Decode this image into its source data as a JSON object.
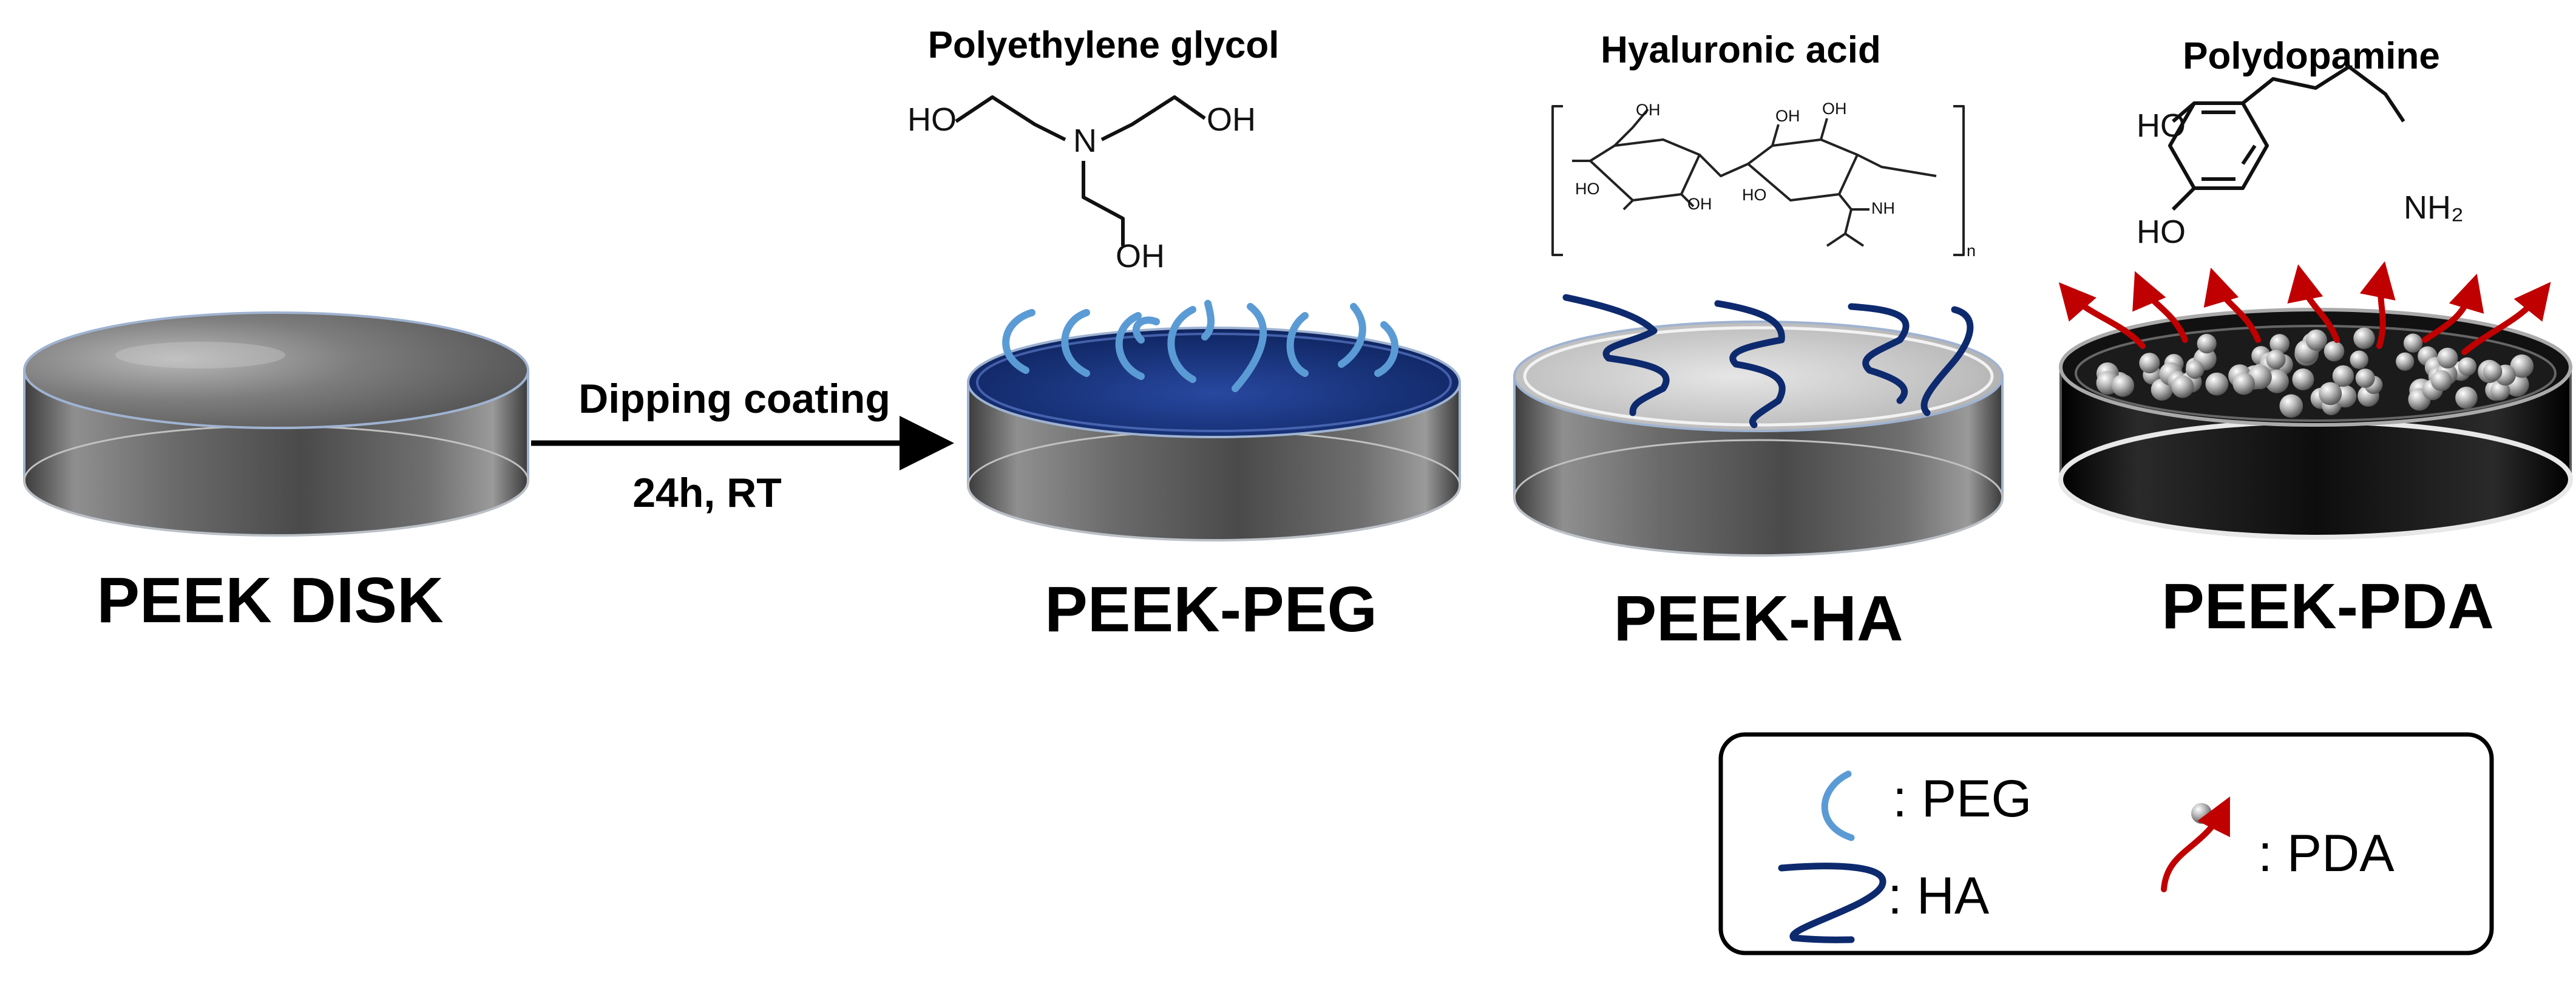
{
  "disks": [
    {
      "id": "peek",
      "label": "PEEK DISK"
    },
    {
      "id": "peg",
      "label": "PEEK-PEG"
    },
    {
      "id": "ha",
      "label": "PEEK-HA"
    },
    {
      "id": "pda",
      "label": "PEEK-PDA"
    }
  ],
  "process": {
    "label": "Dipping coating",
    "condition": "24h, RT"
  },
  "chemicals": {
    "peg": {
      "title": "Polyethylene glycol",
      "atoms": {
        "ho_left": "HO",
        "n": "N",
        "oh_right": "OH",
        "oh_bottom": "OH"
      }
    },
    "ha": {
      "title": "Hyaluronic acid",
      "atoms": {
        "ho_a": "HO",
        "oh_a": "OH",
        "ho_b": "HO",
        "oh_b": "OH",
        "oh_c": "OH",
        "oh_d": "OH",
        "nh": "NH",
        "subscript": "n"
      }
    },
    "pda": {
      "title": "Polydopamine",
      "atoms": {
        "ho_top": "HO",
        "ho_bottom": "HO",
        "nh2": "NH₂"
      }
    }
  },
  "legend": {
    "peg": ": PEG",
    "ha": ": HA",
    "pda": ": PDA"
  },
  "colors": {
    "peg_light_blue": "#5b9bd5",
    "peg_coating_navy": "#0d2a6b",
    "ha_navy": "#0e2a6e",
    "pda_red": "#c00000",
    "disk_gray": "#6b6b6b",
    "disk_black": "#111111"
  }
}
